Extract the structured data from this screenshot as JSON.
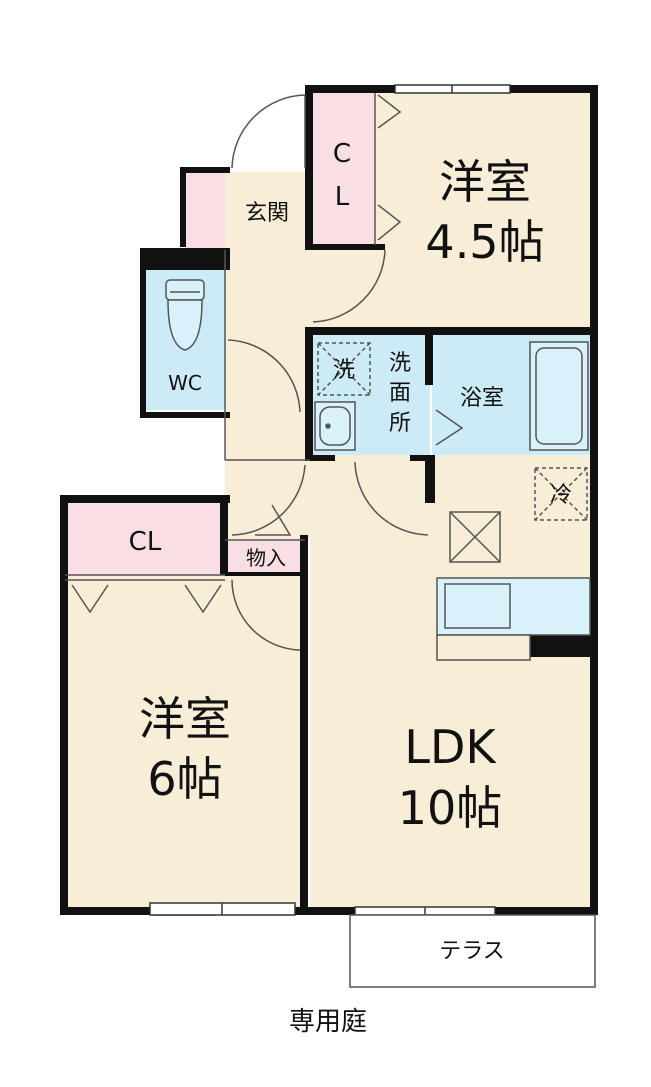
{
  "colors": {
    "room_wood": "#f8edd6",
    "closet_pink": "#f9dfe4",
    "water_blue": "#cdebf7",
    "wall": "#111111",
    "fixture_blue": "#d9f1fb"
  },
  "rooms": {
    "western_small": {
      "name": "洋室",
      "size": "4.5帖"
    },
    "western_large": {
      "name": "洋室",
      "size": "6帖"
    },
    "ldk": {
      "name": "LDK",
      "size": "10帖"
    },
    "entrance": "玄関",
    "wc": "WC",
    "closet_upper_c": "C",
    "closet_upper_l": "L",
    "closet_lower": "CL",
    "washroom": [
      "洗",
      "面",
      "所"
    ],
    "washer": "洗",
    "bathroom": "浴室",
    "storage": "物入",
    "fridge": "冷",
    "terrace": "テラス"
  },
  "garden": "専用庭",
  "icons": {
    "toilet": "toilet-icon",
    "sink": "sink-icon",
    "bathtub": "bathtub-icon",
    "kitchen": "kitchen-counter-icon",
    "vent": "ventilation-icon"
  }
}
